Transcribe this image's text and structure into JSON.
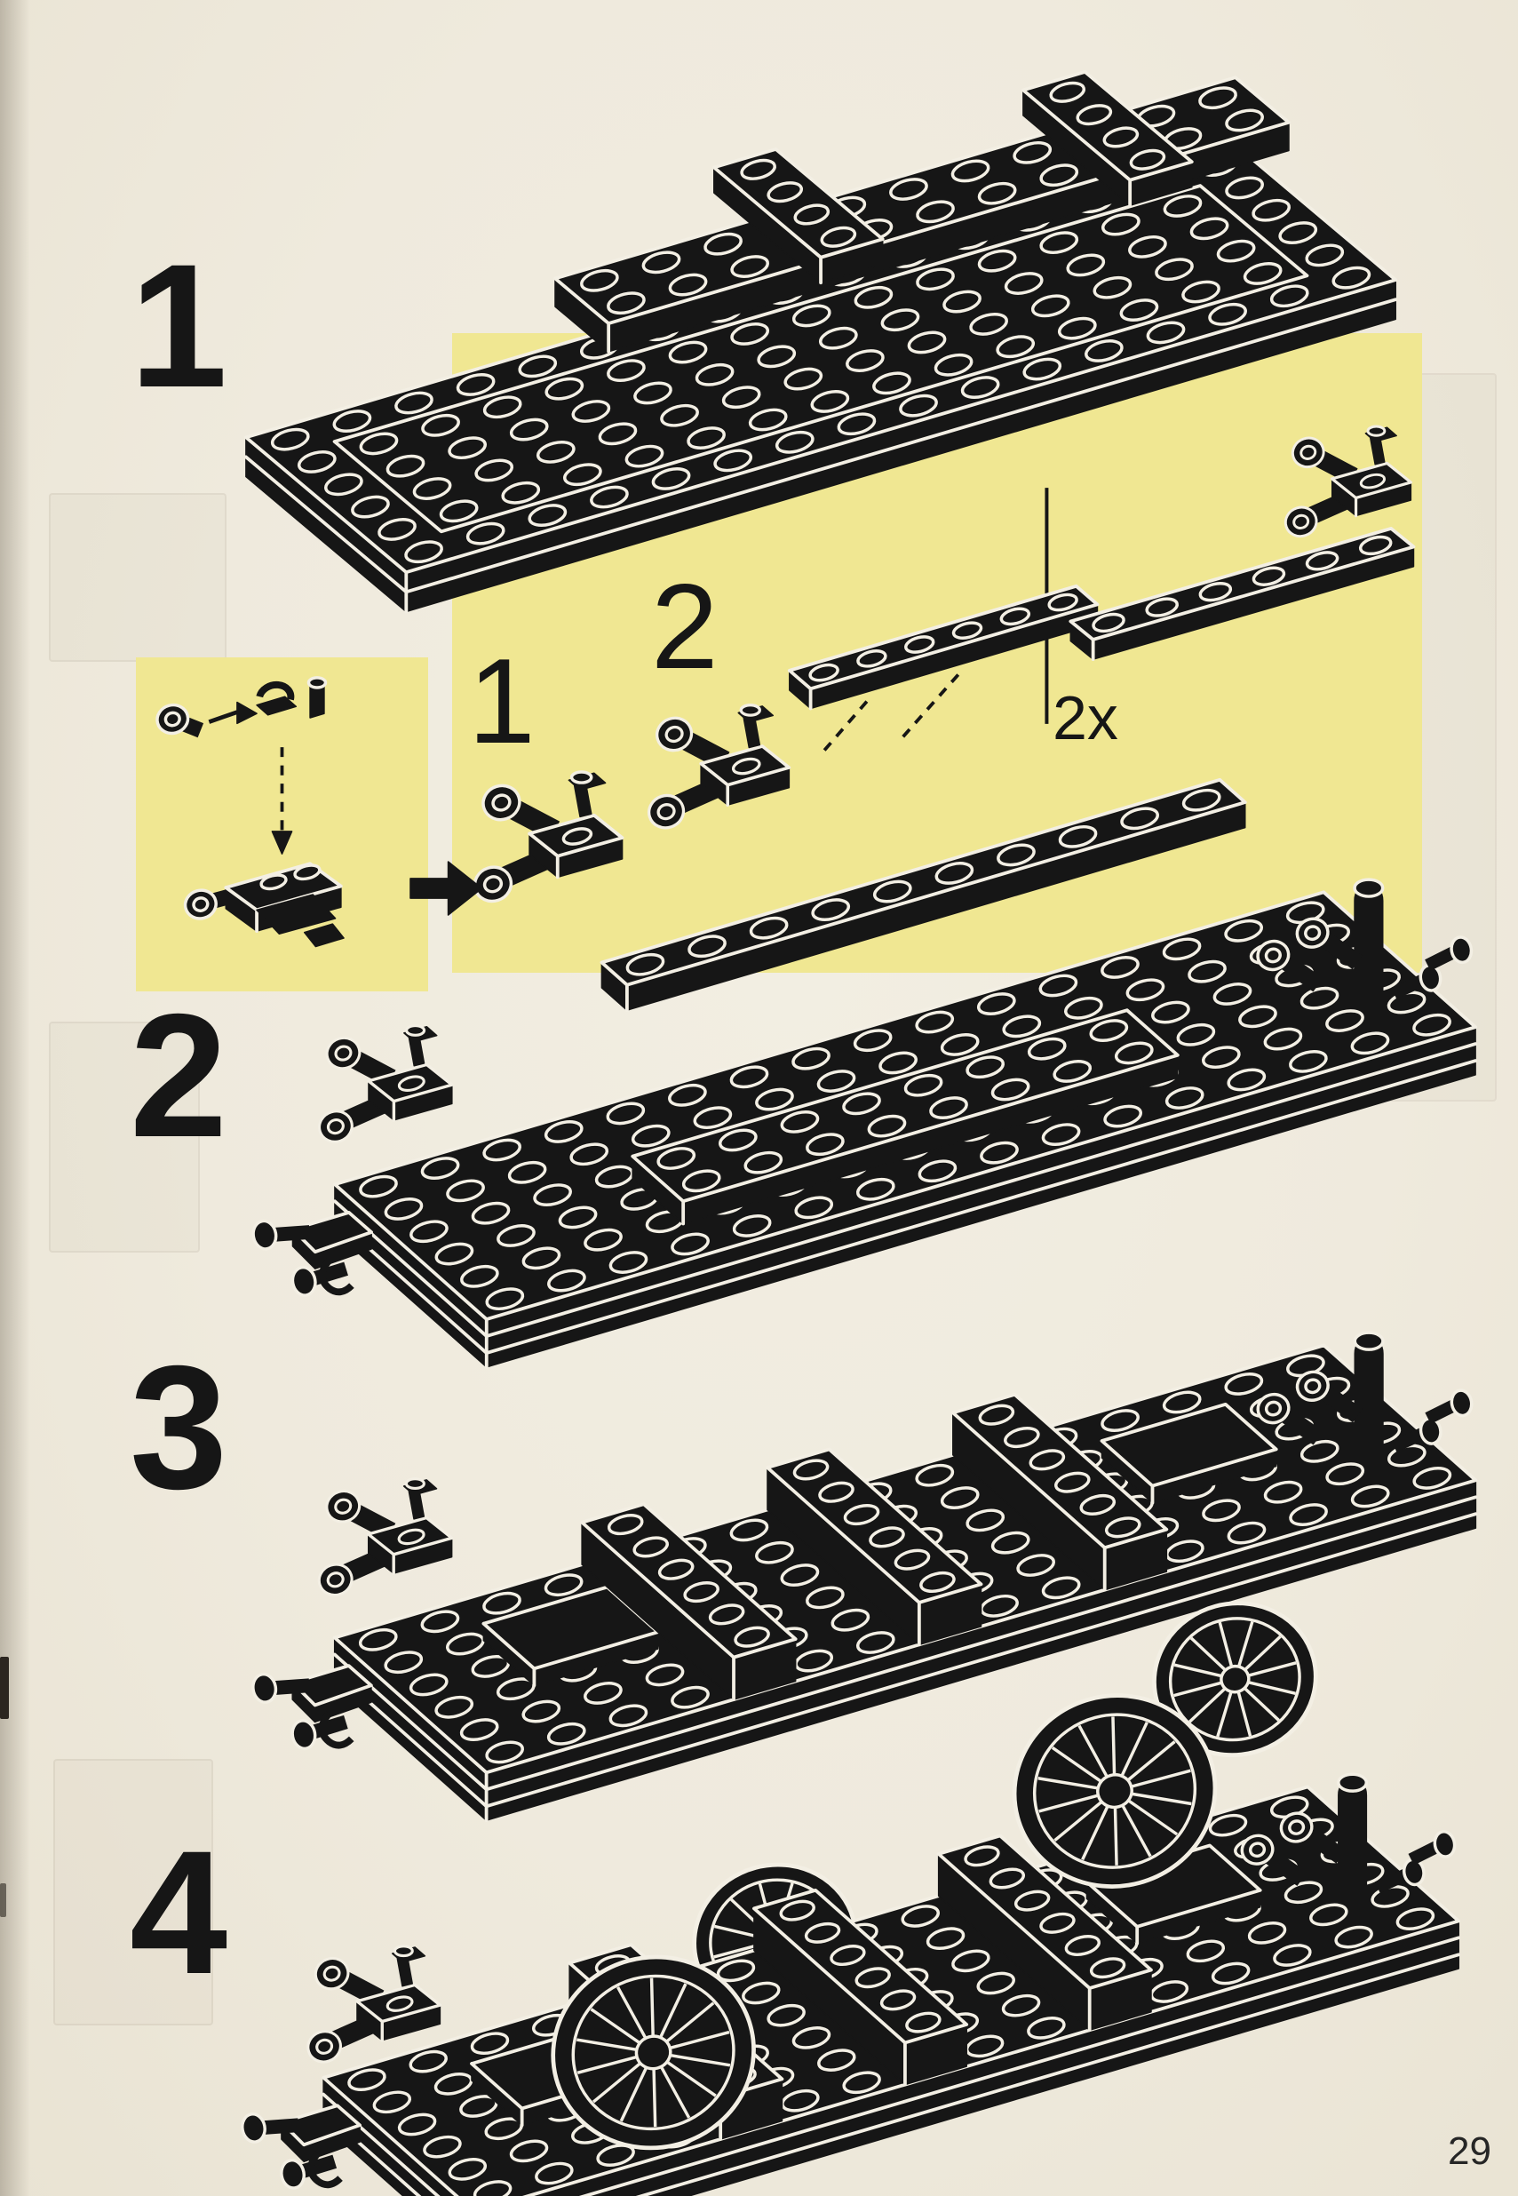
{
  "page": {
    "number": "29"
  },
  "steps": [
    {
      "label": "1"
    },
    {
      "label": "2"
    },
    {
      "label": "3"
    },
    {
      "label": "4"
    }
  ],
  "panel": {
    "substep1_label": "1",
    "substep2_label": "2",
    "quantity_label": "2x"
  },
  "colors": {
    "paper": "#efeadd",
    "highlight_yellow": "#f0e792",
    "ink": "#161616",
    "line_white": "#f3efe4"
  },
  "illustrations": {
    "step1": "baseplate-with-cross-plates-exploded",
    "step2": "chassis-with-deck-plate-exploded",
    "step3": "chassis-with-cross-walls-and-slopes",
    "step4": "chassis-with-spoked-wheels",
    "callout": "clip-and-bracket-detail",
    "panel_left": "headlight-bracket-subassembly",
    "panel_middle": "subassembly-under-1x6-plate",
    "panel_right": "finished-subassembly-2x"
  }
}
